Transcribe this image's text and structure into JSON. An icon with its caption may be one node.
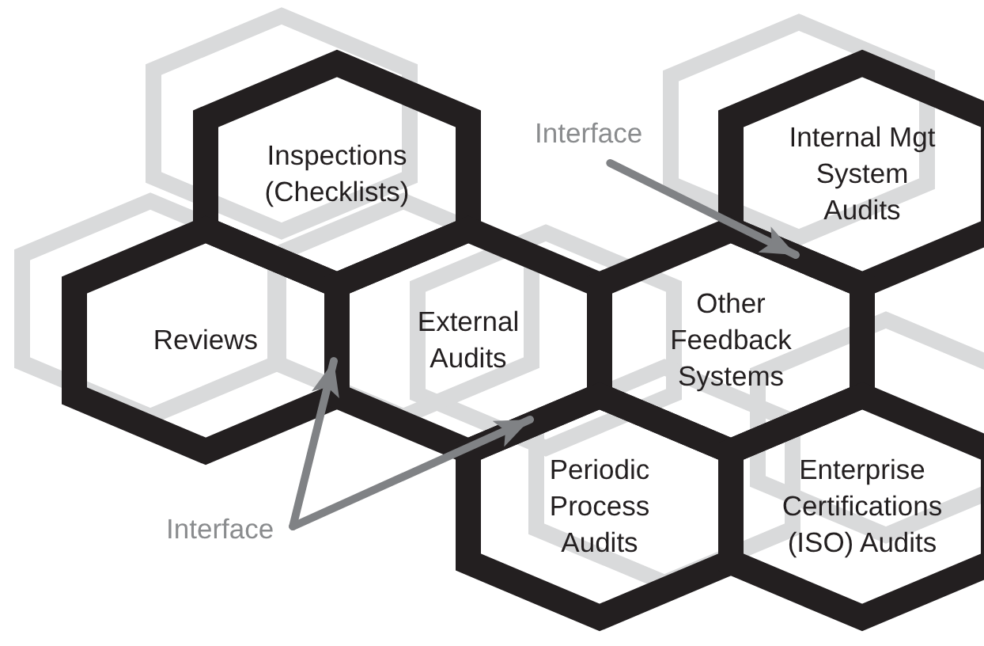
{
  "diagram": {
    "nodes": [
      {
        "text": [
          "Inspections (Checklists)"
        ]
      },
      {
        "text": [
          "Interface"
        ]
      },
      {
        "text": [
          "Internal Mgt System Audits"
        ]
      },
      {
        "text": [
          "Reviews"
        ]
      },
      {
        "text": [
          "External Audits"
        ]
      },
      {
        "text": [
          "Other Feedback Systems"
        ]
      },
      {
        "text": [
          "Periodic Process Audits"
        ]
      },
      {
        "text": [
          "Enterprise Certifications (ISO) Audits"
        ]
      },
      {
        "text": [
          "Interface"
        ]
      }
    ],
    "edges": [
      {
        "from": 1,
        "to": 2,
        "arrow": "to"
      },
      {
        "from": 8,
        "to": 3,
        "arrow": "to"
      },
      {
        "from": 8,
        "to": 4,
        "arrow": "to"
      }
    ]
  }
}
